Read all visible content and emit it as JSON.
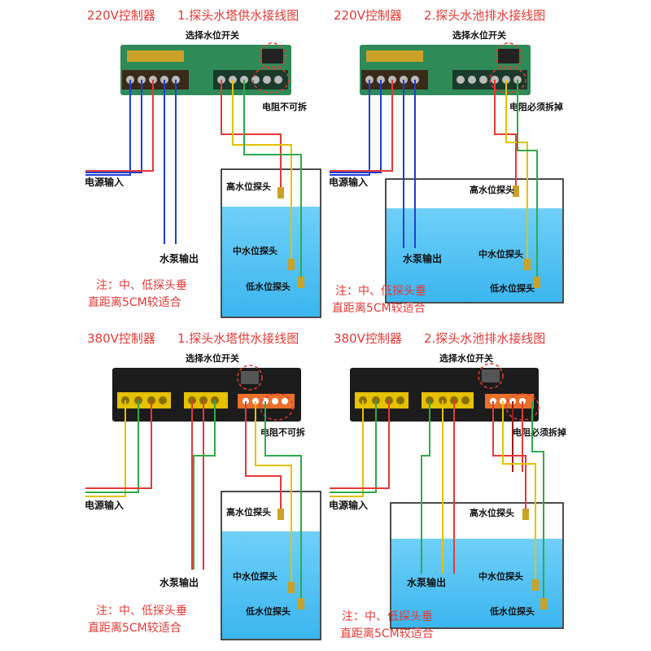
{
  "panels": [
    {
      "title_left": "220V控制器",
      "title_right": "1.探头水塔供水接线图",
      "switch_label": "选择水位开关",
      "resistor_label": "电阻不可拆",
      "power_in": "电源输入",
      "pump_out": "水泵输出",
      "high_probe": "高水位探头",
      "mid_probe": "中水位探头",
      "low_probe": "低水位探头",
      "note_line1": "注：中、低探头垂",
      "note_line2": "直距离5CM较适合"
    },
    {
      "title_left": "220V控制器",
      "title_right": "2.探头水池排水接线图",
      "switch_label": "选择水位开关",
      "resistor_label": "电阻必须拆掉",
      "power_in": "电源输入",
      "pump_out": "水泵输出",
      "high_probe": "高水位探头",
      "mid_probe": "中水位探头",
      "low_probe": "低水位探头",
      "note_line1": "注：中、低探头垂",
      "note_line2": "直距离5CM较适合"
    },
    {
      "title_left": "380V控制器",
      "title_right": "1.探头水塔供水接线图",
      "switch_label": "选择水位开关",
      "resistor_label": "电阻不可拆",
      "power_in": "电源输入",
      "pump_out": "水泵输出",
      "high_probe": "高水位探头",
      "mid_probe": "中水位探头",
      "low_probe": "低水位探头",
      "note_line1": "注：中、低探头垂",
      "note_line2": "直距离5CM较适合"
    },
    {
      "title_left": "380V控制器",
      "title_right": "2.探头水池排水接线图",
      "switch_label": "选择水位开关",
      "resistor_label": "电阻必须拆掉",
      "power_in": "电源输入",
      "pump_out": "水泵输出",
      "high_probe": "高水位探头",
      "mid_probe": "中水位探头",
      "low_probe": "低水位探头",
      "note_line1": "注：中、低探头垂",
      "note_line2": "直距离5CM较适合"
    }
  ],
  "colors": {
    "title": "#e53935",
    "board_green": "#2e8b57",
    "board_black": "#1c1c1c",
    "water": "#4fc3f7",
    "wire_blue": "#1e3fd6",
    "wire_red": "#e53935",
    "wire_yellow": "#e5c100",
    "wire_green": "#2faa4a",
    "wire_brown": "#9c1b1b"
  }
}
